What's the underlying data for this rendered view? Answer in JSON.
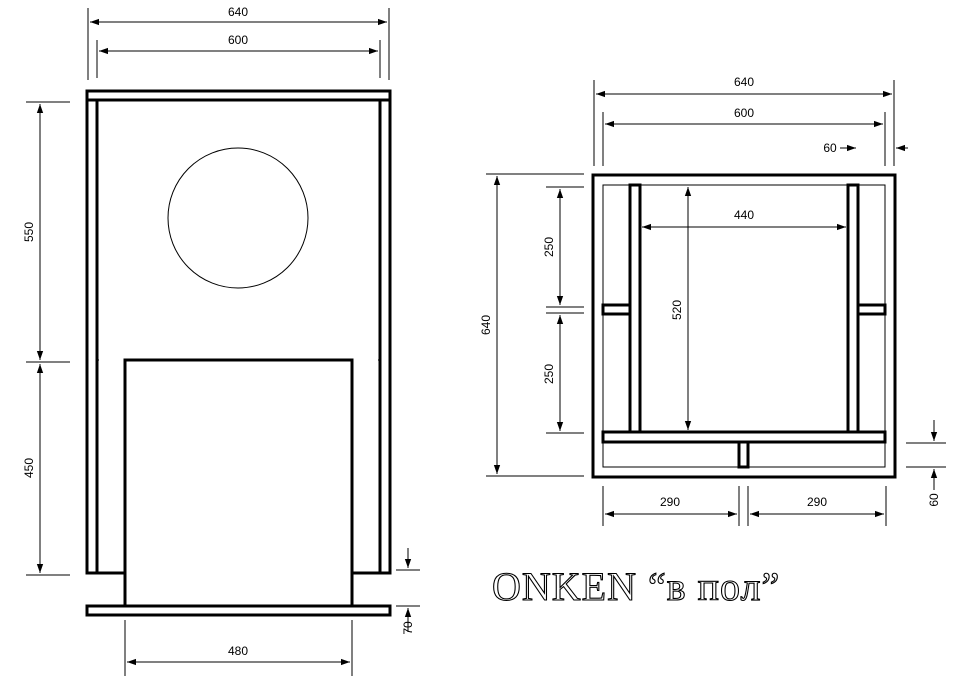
{
  "title": "ONKEN “в пол”",
  "front_view": {
    "width_outer": "640",
    "width_inner": "600",
    "height_upper": "550",
    "height_lower": "450",
    "port_width": "480",
    "plinth": "70"
  },
  "side_view": {
    "width_outer": "640",
    "width_inner": "600",
    "offset": "60",
    "height": "640",
    "inner_width": "440",
    "inner_height": "520",
    "chamber_upper": "250",
    "chamber_lower": "250",
    "bottom_left": "290",
    "bottom_right": "290",
    "bottom_thickness": "60"
  }
}
